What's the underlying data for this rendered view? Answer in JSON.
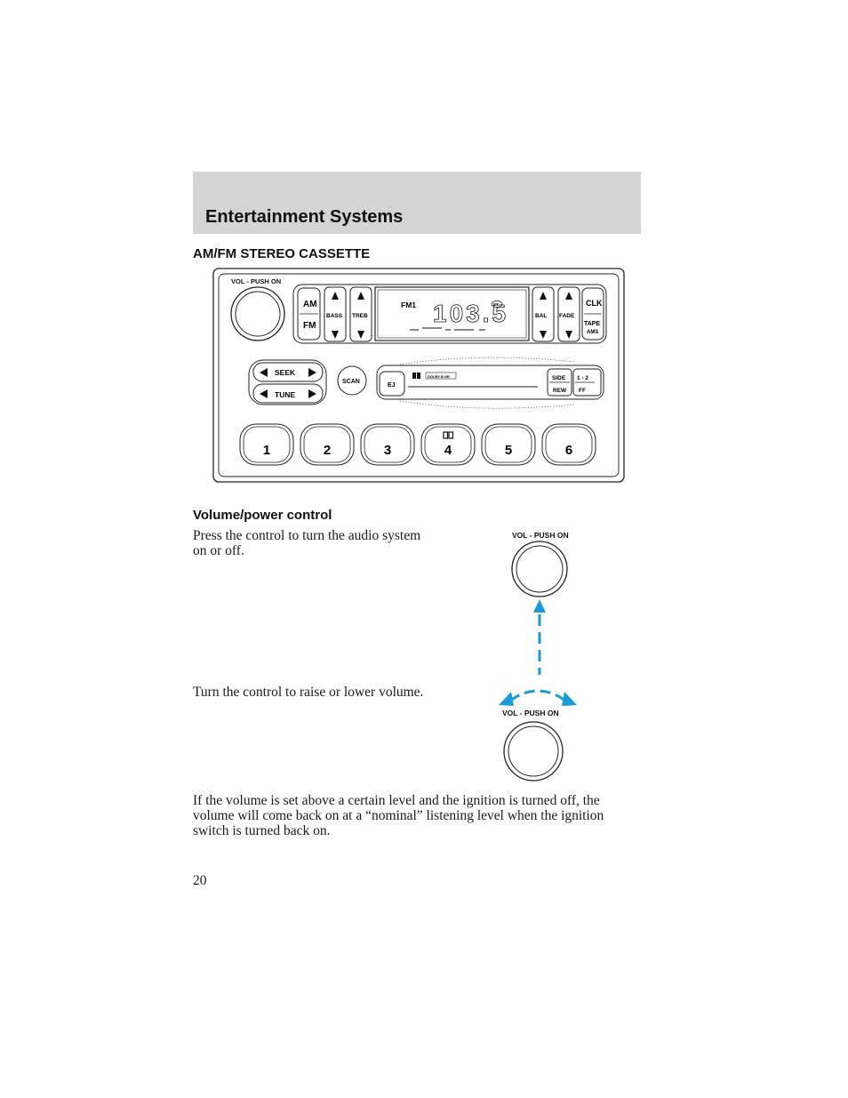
{
  "header": {
    "title": "Entertainment Systems"
  },
  "section": {
    "title": "AM/FM STEREO CASSETTE"
  },
  "radio": {
    "vol_label": "VOL - PUSH ON",
    "am": "AM",
    "fm": "FM",
    "bass": "BASS",
    "treb": "TREB",
    "display_band": "FM1",
    "display_freq": "103.5",
    "display_st": "ST",
    "bal": "BAL",
    "fade": "FADE",
    "clk": "CLK",
    "tape": "TAPE",
    "ams": "AMS",
    "seek": "SEEK",
    "tune": "TUNE",
    "scan": "SCAN",
    "ej": "EJ",
    "dolby_label": "DOLBY B NR",
    "side": "SIDE",
    "rew": "REW",
    "one_two": "1 - 2",
    "ff": "FF",
    "presets": [
      "1",
      "2",
      "3",
      "4",
      "5",
      "6"
    ]
  },
  "volume": {
    "title": "Volume/power control",
    "press_text": "Press the control to turn the audio system on or off.",
    "turn_text": "Turn the control to raise or lower volume.",
    "knob_label": "VOL - PUSH ON",
    "note": "If the volume is set above a certain level and the ignition is turned off, the volume will come back on at a “nominal” listening level when the ignition switch is turned back on."
  },
  "page": {
    "number": "20"
  },
  "colors": {
    "header_band": "#d4d4d4",
    "arrow": "#1a9ad6"
  }
}
